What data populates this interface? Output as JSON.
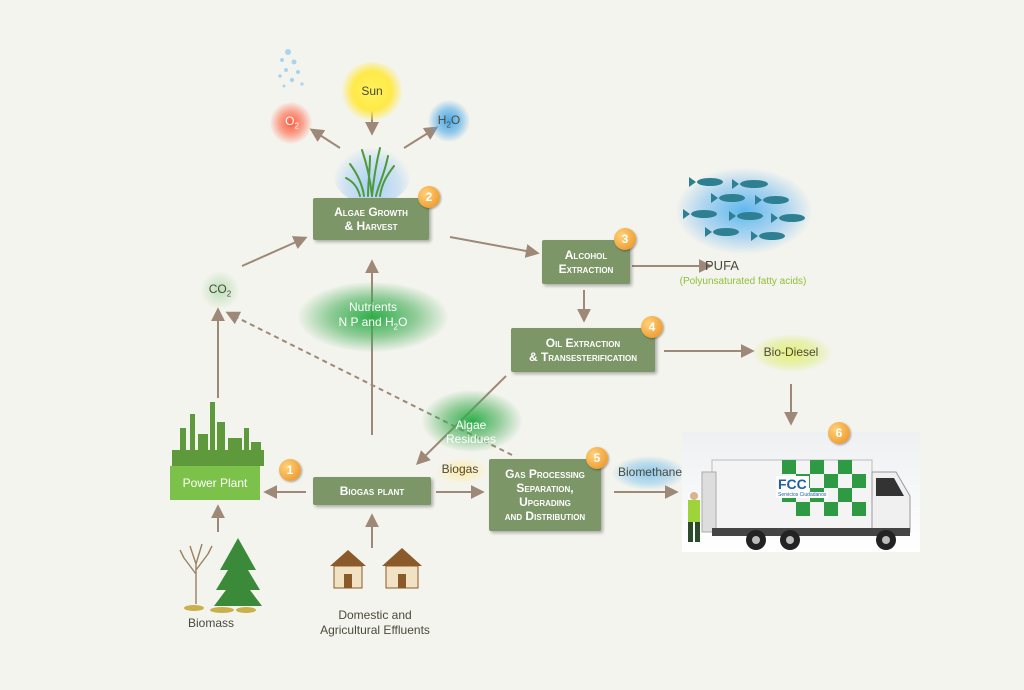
{
  "boxes": {
    "algae_growth": "Algae Growth\n& Harvest",
    "alcohol_extraction": "Alcohol\nExtraction",
    "oil_extraction": "Oil Extraction\n& Transesterification",
    "biogas_plant": "Biogas plant",
    "gas_processing": "Gas Processing\nSeparation,\nUpgrading\nand Distribution"
  },
  "badges": [
    "1",
    "2",
    "3",
    "4",
    "5",
    "6"
  ],
  "labels": {
    "sun": "Sun",
    "o2": "O",
    "o2_sub": "2",
    "h2o_pre": "H",
    "h2o_sub": "2",
    "h2o_post": "O",
    "co2": "CO",
    "co2_sub": "2",
    "nutrients_line1": "Nutrients",
    "nutrients_line2_pre": "N P and H",
    "nutrients_sub": "2",
    "nutrients_post": "O",
    "pufa": "PUFA",
    "pufa_full": "(Polyunsaturated fatty acids)",
    "bio_diesel": "Bio-Diesel",
    "algae_residues": "Algae\nResidues",
    "biogas": "Biogas",
    "biomethane": "Biomethane",
    "power_plant": "Power Plant",
    "biomass": "Biomass",
    "effluents": "Domestic and\nAgricultural Effluents",
    "truck_brand": "FCC",
    "truck_sub": "Servicios Ciudadanos"
  },
  "colors": {
    "box": "#7c9668",
    "arrow": "#9e8878",
    "badge": "#ea8d1c",
    "pufa_text": "#8fbf3a",
    "power_plant": "#7cc24a"
  }
}
